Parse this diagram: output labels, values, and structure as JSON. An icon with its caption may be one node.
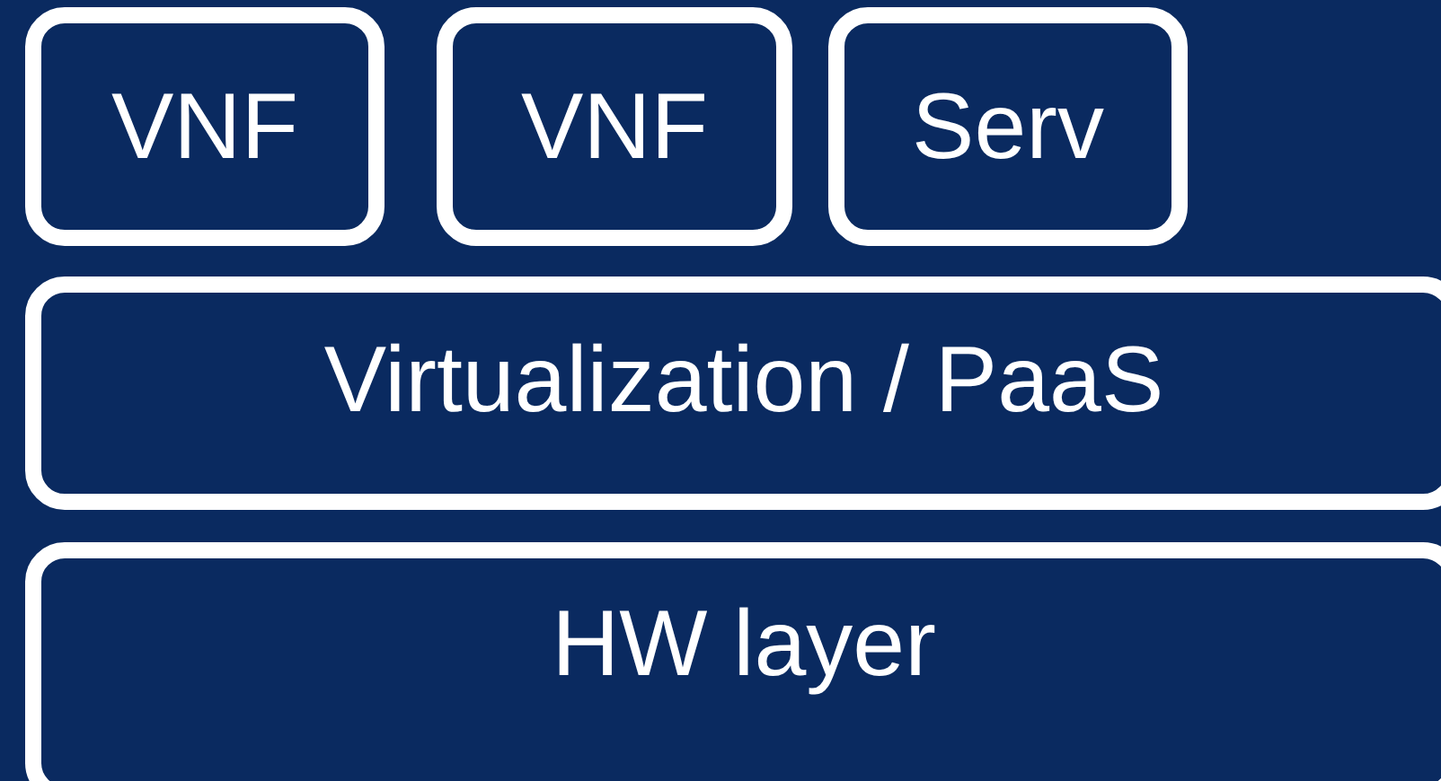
{
  "diagram": {
    "nodes": [
      {
        "text": [
          "VNF"
        ]
      },
      {
        "text": [
          "VNF"
        ]
      },
      {
        "text": [
          "Serv"
        ]
      },
      {
        "text": [
          "Virtualization / PaaS"
        ]
      },
      {
        "text": [
          "HW layer"
        ]
      }
    ]
  }
}
